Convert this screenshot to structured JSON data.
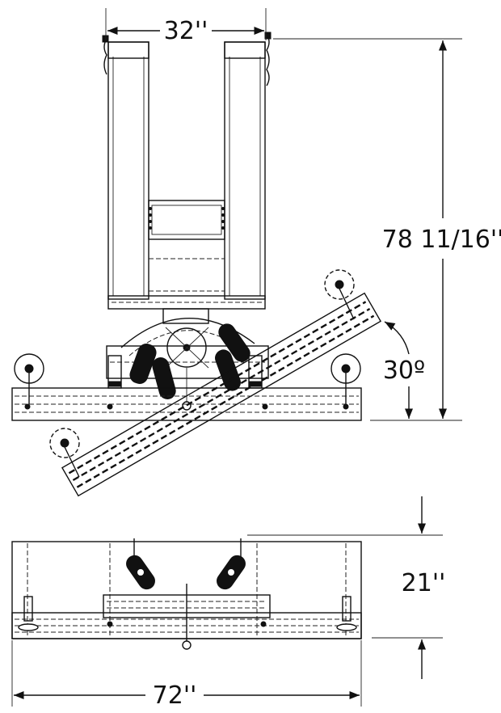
{
  "drawing": {
    "dimensions": {
      "width_top": "32''",
      "height_total": "78 11/16''",
      "tilt_angle": "30º",
      "height_side": "21''",
      "width_base": "72''"
    }
  }
}
